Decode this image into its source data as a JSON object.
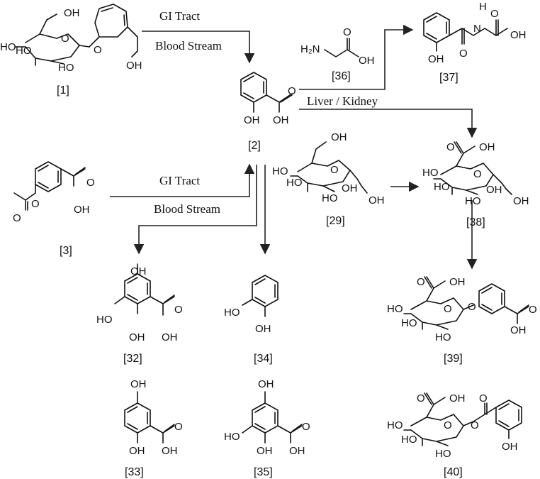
{
  "processes": {
    "gi_tract_top": "GI Tract",
    "blood_stream_top": "Blood Stream",
    "gi_tract_mid": "GI Tract",
    "blood_stream_mid": "Blood Stream",
    "liver_kidney": "Liver / Kidney"
  },
  "compounds": [
    {
      "id": "1",
      "label": "[1]"
    },
    {
      "id": "2",
      "label": "[2]"
    },
    {
      "id": "3",
      "label": "[3]"
    },
    {
      "id": "29",
      "label": "[29]"
    },
    {
      "id": "32",
      "label": "[32]"
    },
    {
      "id": "33",
      "label": "[33]"
    },
    {
      "id": "34",
      "label": "[34]"
    },
    {
      "id": "35",
      "label": "[35]"
    },
    {
      "id": "36",
      "label": "[36]"
    },
    {
      "id": "37",
      "label": "[37]"
    },
    {
      "id": "38",
      "label": "[38]"
    },
    {
      "id": "39",
      "label": "[39]"
    },
    {
      "id": "40",
      "label": "[40]"
    }
  ],
  "atoms": {
    "OH": "OH",
    "HO": "HO",
    "O": "O",
    "H2N": "H₂N",
    "N": "N",
    "H": "H"
  }
}
